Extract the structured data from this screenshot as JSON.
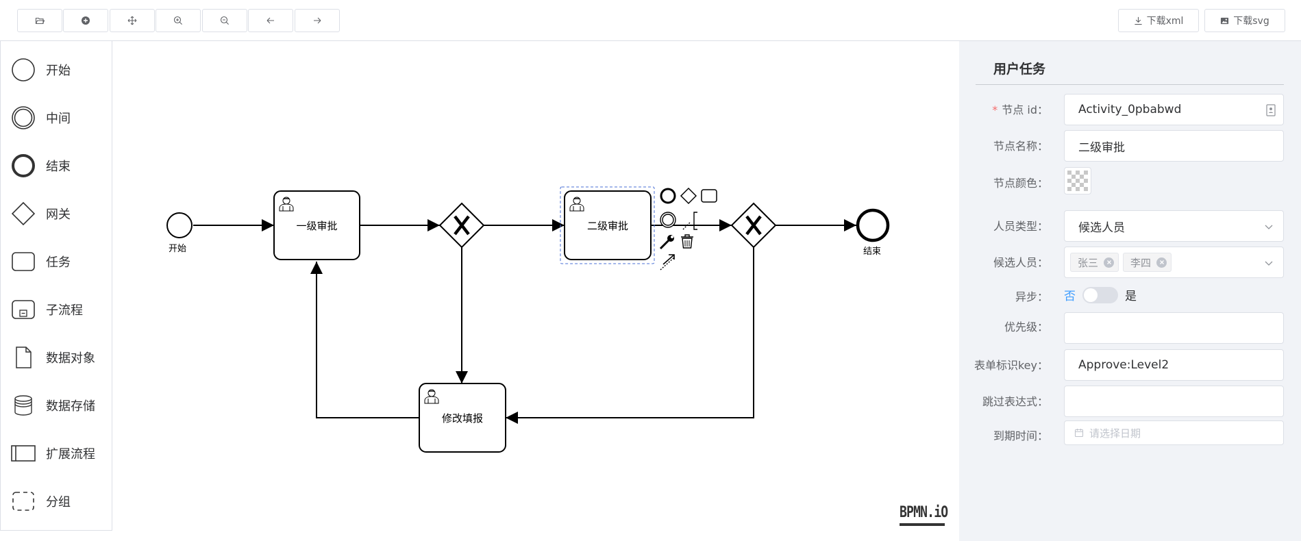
{
  "toolbar": {
    "buttons": [
      {
        "name": "open-file-button",
        "icon": "folder-open-icon"
      },
      {
        "name": "create-new-button",
        "icon": "plus-circle-icon"
      },
      {
        "name": "fit-view-button",
        "icon": "move-icon"
      },
      {
        "name": "zoom-in-button",
        "icon": "zoom-in-icon"
      },
      {
        "name": "zoom-out-button",
        "icon": "zoom-out-icon"
      },
      {
        "name": "undo-button",
        "icon": "arrow-left-icon"
      },
      {
        "name": "redo-button",
        "icon": "arrow-right-icon"
      }
    ],
    "download_xml": "下载xml",
    "download_svg": "下载svg"
  },
  "palette": {
    "items": [
      {
        "label": "开始",
        "icon": "start-event-icon"
      },
      {
        "label": "中间",
        "icon": "intermediate-event-icon"
      },
      {
        "label": "结束",
        "icon": "end-event-icon"
      },
      {
        "label": "网关",
        "icon": "gateway-icon"
      },
      {
        "label": "任务",
        "icon": "task-icon"
      },
      {
        "label": "子流程",
        "icon": "subprocess-icon"
      },
      {
        "label": "数据对象",
        "icon": "data-object-icon"
      },
      {
        "label": "数据存储",
        "icon": "data-store-icon"
      },
      {
        "label": "扩展流程",
        "icon": "pool-icon"
      },
      {
        "label": "分组",
        "icon": "group-icon"
      }
    ]
  },
  "diagram": {
    "start_label": "开始",
    "end_label": "结束",
    "task1": "一级审批",
    "task2": "二级审批",
    "task3": "修改填报",
    "logo": "BPMN.iO"
  },
  "panel": {
    "title": "用户任务",
    "node_id_label": "节点 id：",
    "node_id_value": "Activity_0pbabwd",
    "node_name_label": "节点名称：",
    "node_name_value": "二级审批",
    "node_color_label": "节点颜色：",
    "assignee_type_label": "人员类型：",
    "assignee_type_value": "候选人员",
    "candidates_label": "候选人员：",
    "candidates": [
      "张三",
      "李四"
    ],
    "async_label": "异步：",
    "async_off": "否",
    "async_on": "是",
    "priority_label": "优先级：",
    "priority_value": "",
    "form_key_label": "表单标识key：",
    "form_key_value": "Approve:Level2",
    "skip_expr_label": "跳过表达式：",
    "skip_expr_value": "",
    "due_date_label": "到期时间：",
    "due_date_placeholder": "请选择日期"
  }
}
